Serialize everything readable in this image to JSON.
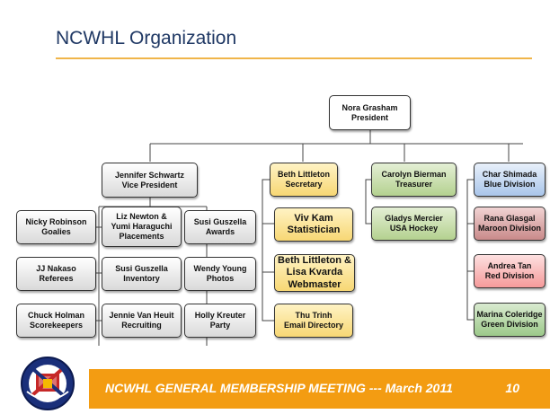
{
  "slide": {
    "title": "NCWHL Organization",
    "footer_text": "NCWHL GENERAL MEMBERSHIP MEETING --- March 2011",
    "page_number": "10"
  },
  "org": {
    "president": "Nora Grasham\nPresident",
    "vice_president": "Jennifer Schwartz\nVice President",
    "secretary": "Beth Littleton\nSecretary",
    "treasurer": "Carolyn Bierman\nTreasurer",
    "vp_reports": {
      "goalies": "Nicky Robinson\nGoalies",
      "referees": "JJ Nakaso\nReferees",
      "scorekeepers": "Chuck Holman\nScorekeepers",
      "placements": "Liz Newton &\nYumi Haraguchi\nPlacements",
      "inventory": "Susi Guszella\nInventory",
      "recruiting": "Jennie Van Heuit\nRecruiting",
      "awards": "Susi Guszella\nAwards",
      "photos": "Wendy Young\nPhotos",
      "party": "Holly Kreuter\nParty"
    },
    "secretary_reports": {
      "statistician": "Viv Kam\nStatistician",
      "webmaster": "Beth Littleton &\nLisa Kvarda\nWebmaster",
      "email": "Thu Trinh\nEmail Directory"
    },
    "treasurer_reports": {
      "usa_hockey": "Gladys Mercier\nUSA Hockey"
    },
    "divisions": {
      "blue": "Char Shimada\nBlue Division",
      "maroon": "Rana Glasgal\nMaroon Division",
      "red": "Andrea Tan\nRed Division",
      "green": "Marina Coleridge\nGreen Division"
    }
  },
  "colors": {
    "title": "#1F3864",
    "accent": "#F39C12",
    "rule": "#F0B54A"
  },
  "icons": {
    "logo": "ncwhl-hockey-logo"
  }
}
